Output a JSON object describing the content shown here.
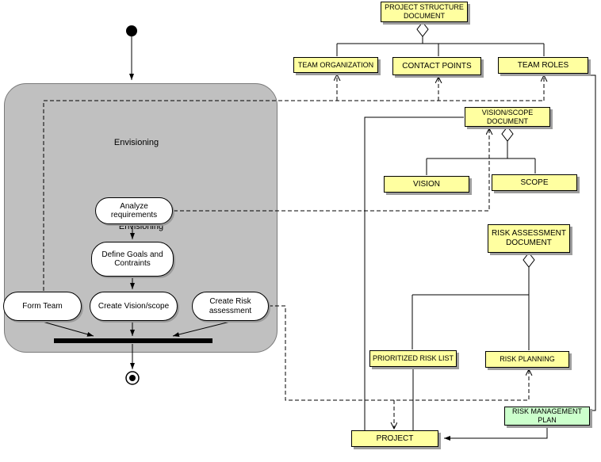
{
  "colors": {
    "document_fill": "#ffffa0",
    "plan_fill": "#ccffcc",
    "lane_fill": "#c0c0c0",
    "shadow": "#9e9e9e"
  },
  "activity": {
    "lane_label": "Envisioning",
    "analyze": "Analyze requirements",
    "define_goals": "Define Goals and Contraints",
    "form_team": "Form Team",
    "create_vision": "Create Vision/scope",
    "create_risk": "Create Risk assessment"
  },
  "documents": {
    "project_structure": "PROJECT STRUCTURE DOCUMENT",
    "team_organization": "TEAM ORGANIZATION",
    "contact_points": "CONTACT POINTS",
    "team_roles": "TEAM ROLES",
    "vision_scope": "VISION/SCOPE DOCUMENT",
    "vision": "VISION",
    "scope": "SCOPE",
    "risk_assessment": "RISK ASSESSMENT DOCUMENT",
    "prioritized_risk_list": "PRIORITIZED RISK LIST",
    "risk_planning": "RISK PLANNING",
    "risk_management_plan": "RISK MANAGEMENT PLAN",
    "project": "PROJECT"
  }
}
